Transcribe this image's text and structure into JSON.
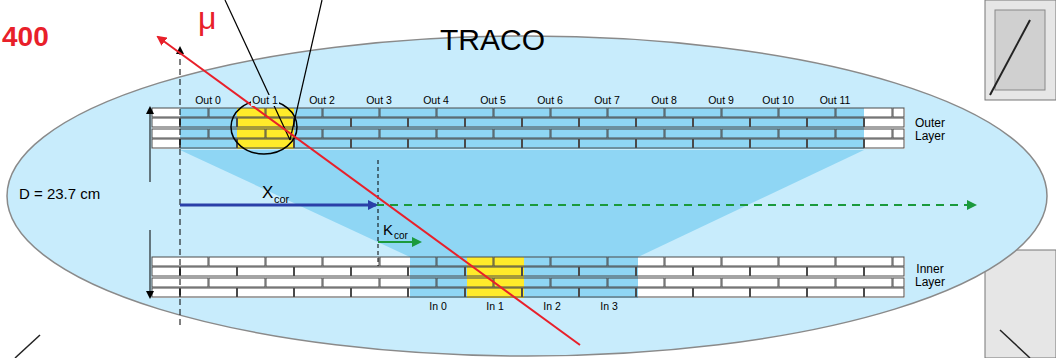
{
  "diagram": {
    "labels": [
      "400",
      "μ",
      "TRACO",
      "Out 0",
      "Out 1",
      "Out 2",
      "Out 3",
      "Out 4",
      "Out 5",
      "Out 6",
      "Out 7",
      "Out 8",
      "Out 9",
      "Out 10",
      "Out 11",
      "Outer Layer",
      "D = 23.7 cm",
      "X",
      "cor",
      "K",
      "cor",
      "Inner Layer",
      "In 0",
      "In 1",
      "In 2",
      "In 3"
    ]
  }
}
